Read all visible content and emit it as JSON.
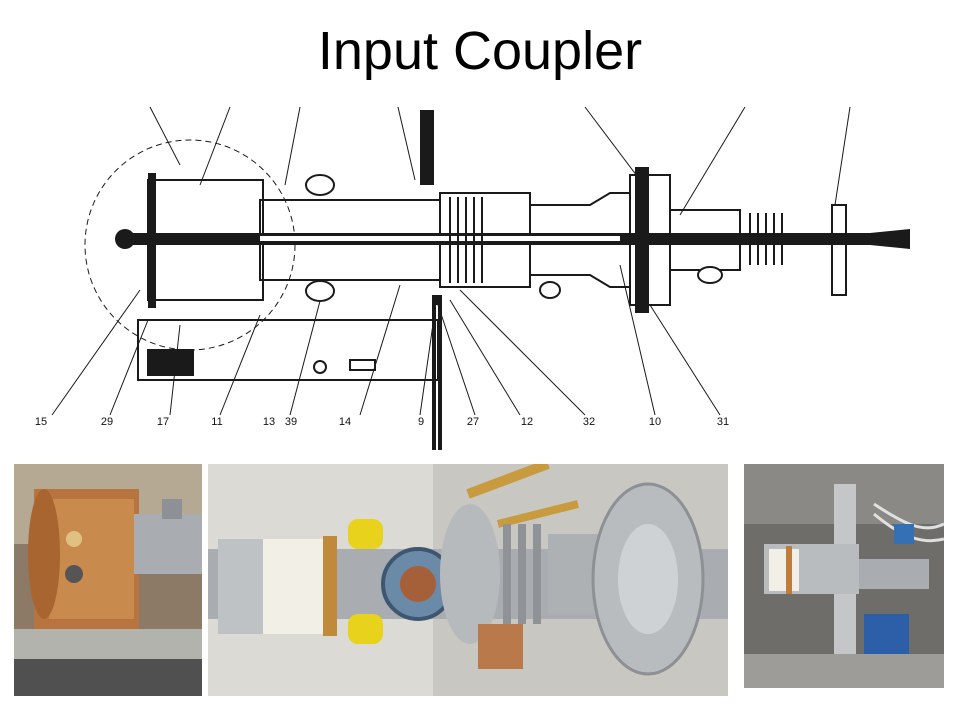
{
  "slide": {
    "title": "Input Coupler"
  },
  "diagram": {
    "callouts": [
      "15",
      "29",
      "17",
      "11",
      "13",
      "39",
      "14",
      "9",
      "27",
      "12",
      "32",
      "10",
      "31"
    ]
  },
  "photos": {
    "left": {
      "subject": "copper coupler box with mounting flange"
    },
    "middle": {
      "subject": "coupler assembly with ceramic window, bellows and flange"
    },
    "right": {
      "subject": "coupler installed in cryostat with cabling"
    }
  },
  "colors": {
    "ink": "#1a1a1a",
    "copper": "#b8743e",
    "steel": "#a9acb0",
    "ceramic": "#f2efe6",
    "yellow-cap": "#e9d21c",
    "background": "#ffffff"
  }
}
